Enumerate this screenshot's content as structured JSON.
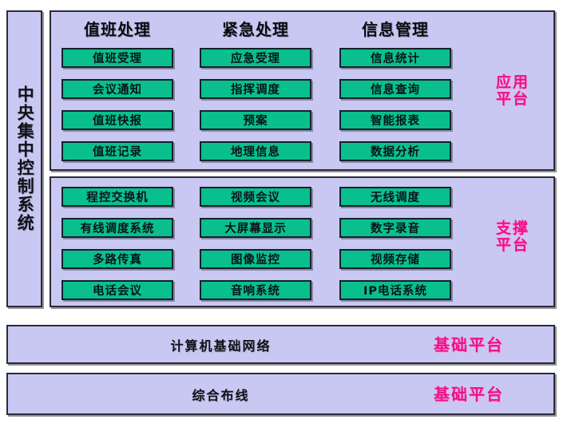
{
  "sidebar": {
    "label": "中央集中控制系统"
  },
  "app_platform": {
    "caption": "应用\n平台",
    "caption_line1": "应用",
    "caption_line2": "平台",
    "columns": [
      {
        "header": "值班处理",
        "items": [
          "值班受理",
          "会议通知",
          "值班快报",
          "值班记录"
        ]
      },
      {
        "header": "紧急处理",
        "items": [
          "应急受理",
          "指挥调度",
          "预案",
          "地理信息"
        ]
      },
      {
        "header": "信息管理",
        "items": [
          "信息统计",
          "信息查询",
          "智能报表",
          "数据分析"
        ]
      }
    ]
  },
  "support_platform": {
    "caption_line1": "支撑",
    "caption_line2": "平台",
    "columns": [
      {
        "items": [
          "程控交换机",
          "有线调度系统",
          "多路传真",
          "电话会议"
        ]
      },
      {
        "items": [
          "视频会议",
          "大屏幕显示",
          "图像监控",
          "音响系统"
        ]
      },
      {
        "items": [
          "无线调度",
          "数字录音",
          "视频存储",
          "IP电话系统"
        ]
      }
    ]
  },
  "base_bars": [
    {
      "title": "计算机基础网络",
      "caption": "基础平台"
    },
    {
      "title": "综合布线",
      "caption": "基础平台"
    }
  ],
  "colors": {
    "panel_fill": "#c9c8f2",
    "panel_border": "#2b2b38",
    "chip_fill": "#09bf8e",
    "chip_border": "#13212b",
    "caption_magenta": "#ee1188",
    "text_dark": "#0b0b14",
    "page_background": "#ffffff"
  }
}
